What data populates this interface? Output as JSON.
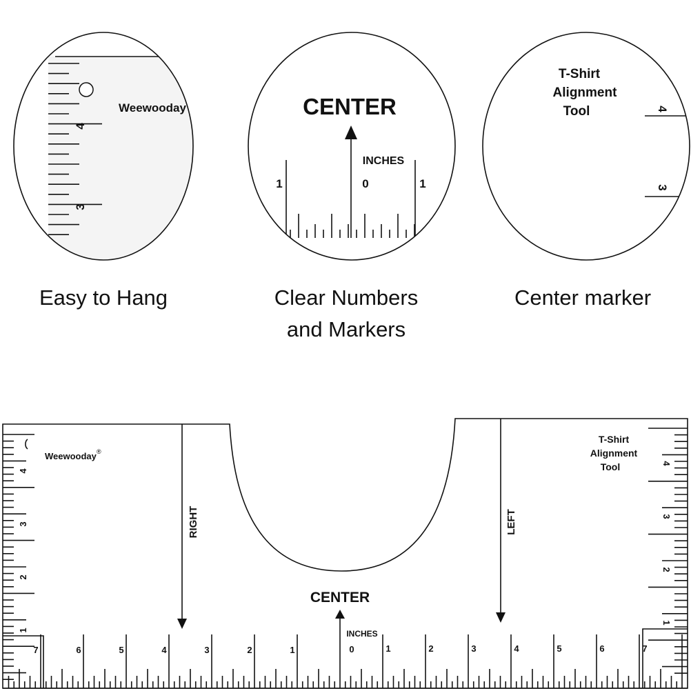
{
  "features": [
    {
      "caption_lines": [
        "Easy to Hang"
      ],
      "brand": "Weewooday",
      "registered": "®",
      "ruler_labels": [
        "4",
        "3"
      ]
    },
    {
      "caption_lines": [
        "Clear Numbers",
        "and Markers"
      ],
      "center": "CENTER",
      "units": "INCHES",
      "ruler_labels": [
        "1",
        "0",
        "1"
      ]
    },
    {
      "caption_lines": [
        "Center marker"
      ],
      "product_lines": [
        "T-Shirt",
        "Alignment",
        "Tool"
      ],
      "ruler_labels": [
        "4",
        "3"
      ]
    }
  ],
  "tool": {
    "brand": "Weewooday",
    "registered": "®",
    "product_lines": [
      "T-Shirt",
      "Alignment",
      "Tool"
    ],
    "right_label": "RIGHT",
    "left_label": "LEFT",
    "center_label": "CENTER",
    "units": "INCHES",
    "bottom_left_numbers": [
      "7",
      "6",
      "5",
      "4",
      "3",
      "2",
      "1"
    ],
    "bottom_zero": "0",
    "bottom_right_numbers": [
      "1",
      "2",
      "3",
      "4",
      "5",
      "6",
      "7"
    ],
    "side_left_numbers": [
      "4",
      "3",
      "2",
      "1"
    ],
    "side_right_numbers": [
      "4",
      "3",
      "2",
      "1"
    ]
  }
}
